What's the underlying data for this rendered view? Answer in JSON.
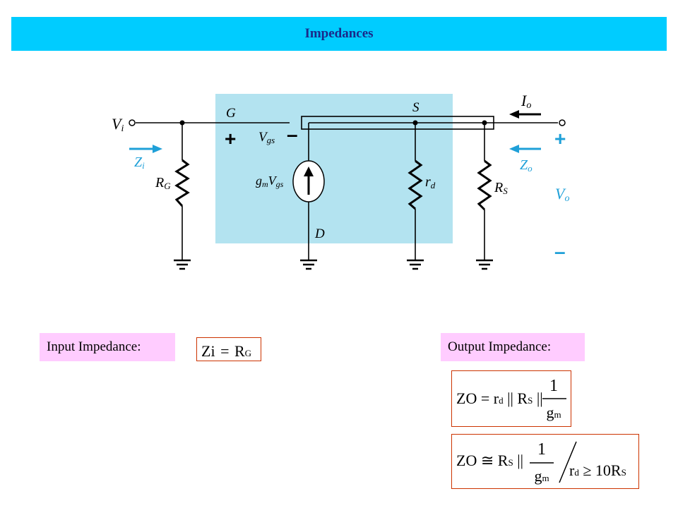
{
  "slide": {
    "title": "Impedances"
  },
  "circuit": {
    "nodes": {
      "vi": "V",
      "vi_sub": "i",
      "gate": "G",
      "source": "S",
      "drain": "D",
      "io": "I",
      "io_sub": "o"
    },
    "labels": {
      "zi": "Z",
      "zi_sub": "i",
      "zo": "Z",
      "zo_sub": "o",
      "rg": "R",
      "rg_sub": "G",
      "vgs": "V",
      "vgs_sub": "gs",
      "gm": "g",
      "gm_sub": "m",
      "gm_vgs": "V",
      "gm_vgs_sub": "gs",
      "rd": "r",
      "rd_sub": "d",
      "rs": "R",
      "rs_sub": "S",
      "vo": "V",
      "vo_sub": "o",
      "plus": "+",
      "minus": "–"
    },
    "colors": {
      "fet_box": "#b3e3f0",
      "wire": "#000000",
      "arrow_blue": "#1fa0d8",
      "label_blue": "#1fa0d8"
    }
  },
  "input_impedance": {
    "label": "Input Impedance:",
    "lhs": "Zi",
    "eq": "=",
    "rhs_main": "R",
    "rhs_sub": "G"
  },
  "output_impedance": {
    "label": "Output Impedance:",
    "formula1": {
      "lhs_main": "Z",
      "lhs_sub": "O",
      "eq": "=",
      "t1_main": "r",
      "t1_sub": "d",
      "par": "||",
      "t2_main": "R",
      "t2_sub": "S",
      "par2": "||",
      "num": "1",
      "den_main": "g",
      "den_sub": "m"
    },
    "formula2": {
      "lhs_main": "Z",
      "lhs_sub": "O",
      "approx": "≅",
      "t1_main": "R",
      "t1_sub": "S",
      "par": "||",
      "num": "1",
      "den_main": "g",
      "den_sub": "m",
      "cond_main": "r",
      "cond_sub": "d",
      "geq": "≥",
      "cond_rhs": "10R",
      "cond_rhs_sub": "S"
    }
  }
}
